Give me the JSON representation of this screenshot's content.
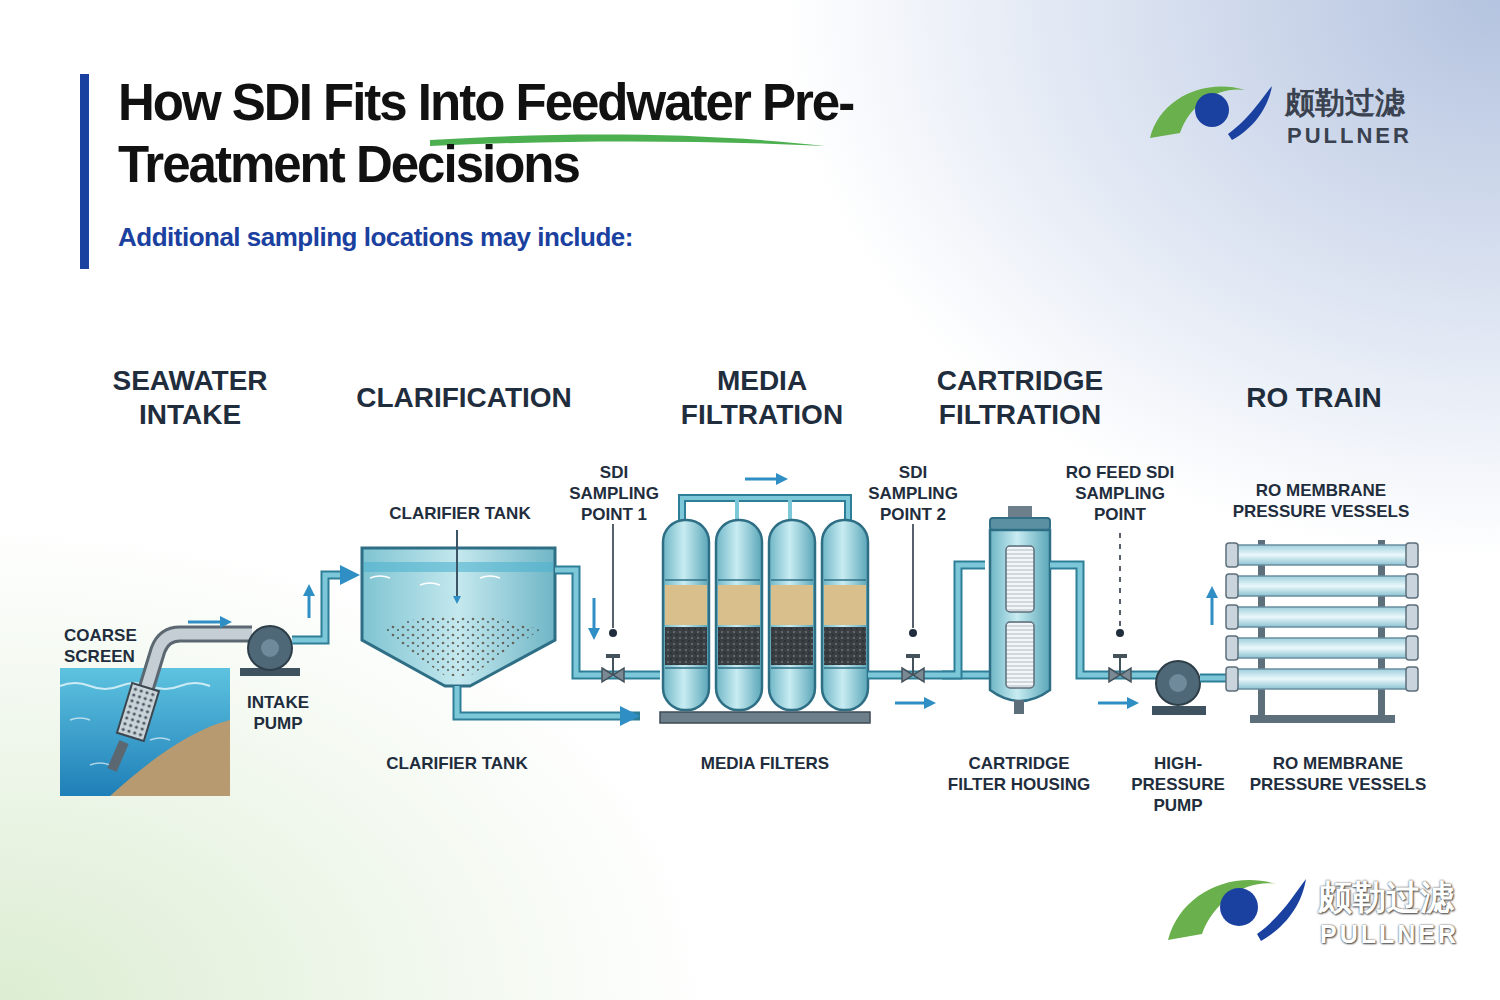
{
  "diagram": {
    "title": "How SDI Fits Into Feedwater Pre-Treatment Decisions",
    "caption": "Additional sampling locations may include:",
    "labels": [
      "SEAWATER INTAKE",
      "CLARIFICATION",
      "MEDIA FILTRATION",
      "CARTRIDGE FILTRATION",
      "RO TRAIN",
      "CLARIFIER TANK",
      "SDI SAMPLING POINT 1",
      "SDI SAMPLING POINT 2",
      "RO FEED SDI SAMPLING POINT",
      "RO MEMBRANE PRESSURE VESSELS",
      "COARSE SCREEN",
      "INTAKE PUMP",
      "CLARIFIER TANK",
      "MEDIA FILTERS",
      "CARTRIDGE FILTER HOUSING",
      "HIGH-PRESSURE PUMP",
      "RO MEMBRANE PRESSURE VESSELS",
      "颇勒过滤",
      "PULLNER",
      "颇勒过滤",
      "PULLNER"
    ]
  }
}
